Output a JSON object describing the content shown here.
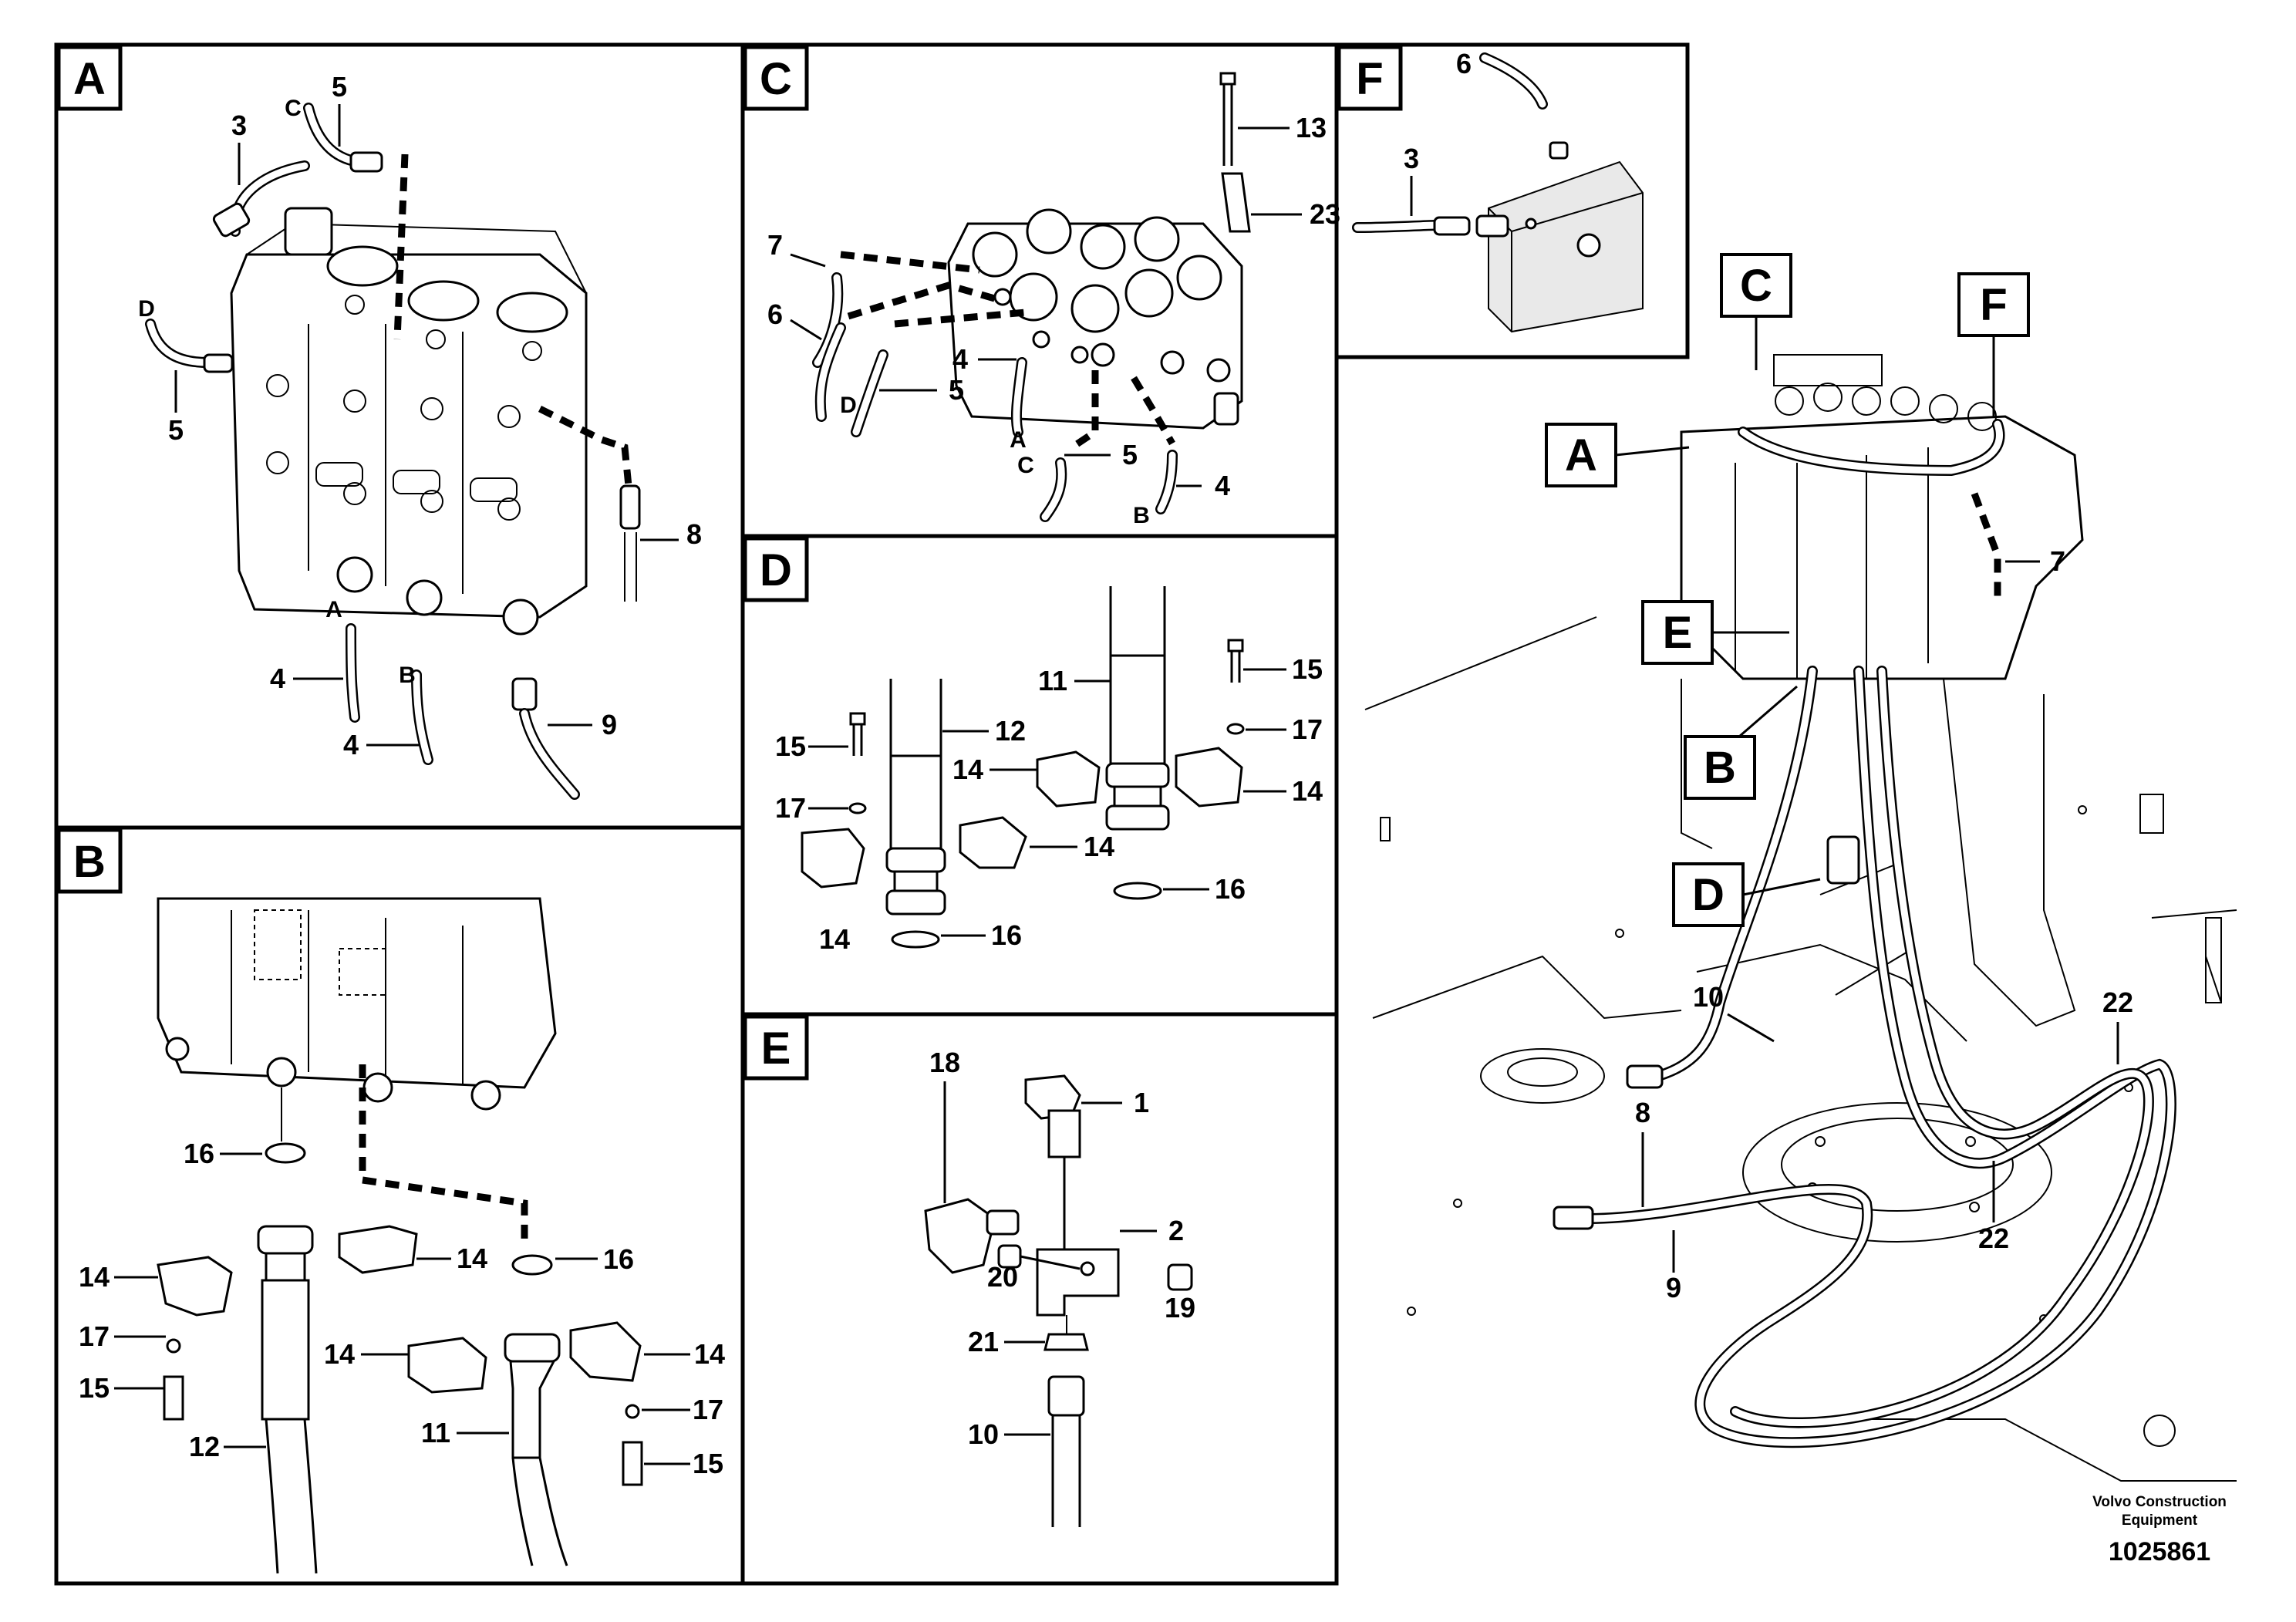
{
  "panels": {
    "A": "A",
    "B": "B",
    "C": "C",
    "D": "D",
    "E": "E",
    "F": "F"
  },
  "overview_tags": {
    "A": "A",
    "B": "B",
    "C": "C",
    "D": "D",
    "E": "E",
    "F": "F"
  },
  "port_letters": {
    "A": "A",
    "B": "B",
    "C": "C",
    "D": "D"
  },
  "callouts": {
    "n1": "1",
    "n2": "2",
    "n3": "3",
    "n4": "4",
    "n5": "5",
    "n6": "6",
    "n7": "7",
    "n8": "8",
    "n9": "9",
    "n10": "10",
    "n11": "11",
    "n12": "12",
    "n13": "13",
    "n14": "14",
    "n15": "15",
    "n16": "16",
    "n17": "17",
    "n18": "18",
    "n19": "19",
    "n20": "20",
    "n21": "21",
    "n22": "22",
    "n23": "23"
  },
  "brand": {
    "line1": "Volvo Construction",
    "line2": "Equipment",
    "drawing_number": "1025861"
  }
}
